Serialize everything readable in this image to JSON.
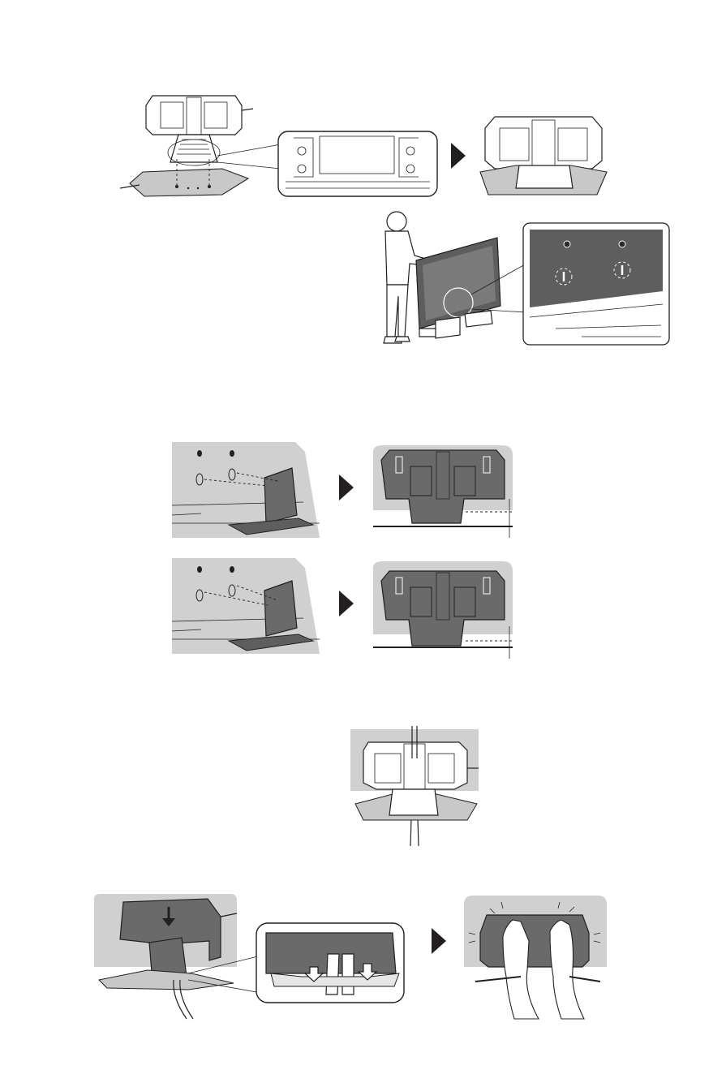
{
  "figures": [
    {
      "id": "fig1",
      "icons": [
        "stand-bracket",
        "stand-base",
        "zoom-detail",
        "next-arrow",
        "assembled-stand"
      ]
    },
    {
      "id": "fig2",
      "icons": [
        "person-holding-tv",
        "tv-back-zoom"
      ]
    },
    {
      "id": "fig3",
      "icons": [
        "stand-insert-upper",
        "next-arrow",
        "screws-upper"
      ]
    },
    {
      "id": "fig4",
      "icons": [
        "stand-insert-lower",
        "next-arrow",
        "screws-lower"
      ]
    },
    {
      "id": "fig5",
      "icons": [
        "cable-routing"
      ]
    },
    {
      "id": "fig6",
      "icons": [
        "cable-cover",
        "cover-zoom",
        "next-arrow",
        "cover-press"
      ]
    }
  ],
  "colors": {
    "panel": "#cfcfcf",
    "dark": "#5b5b5b",
    "ink": "#231f20"
  }
}
